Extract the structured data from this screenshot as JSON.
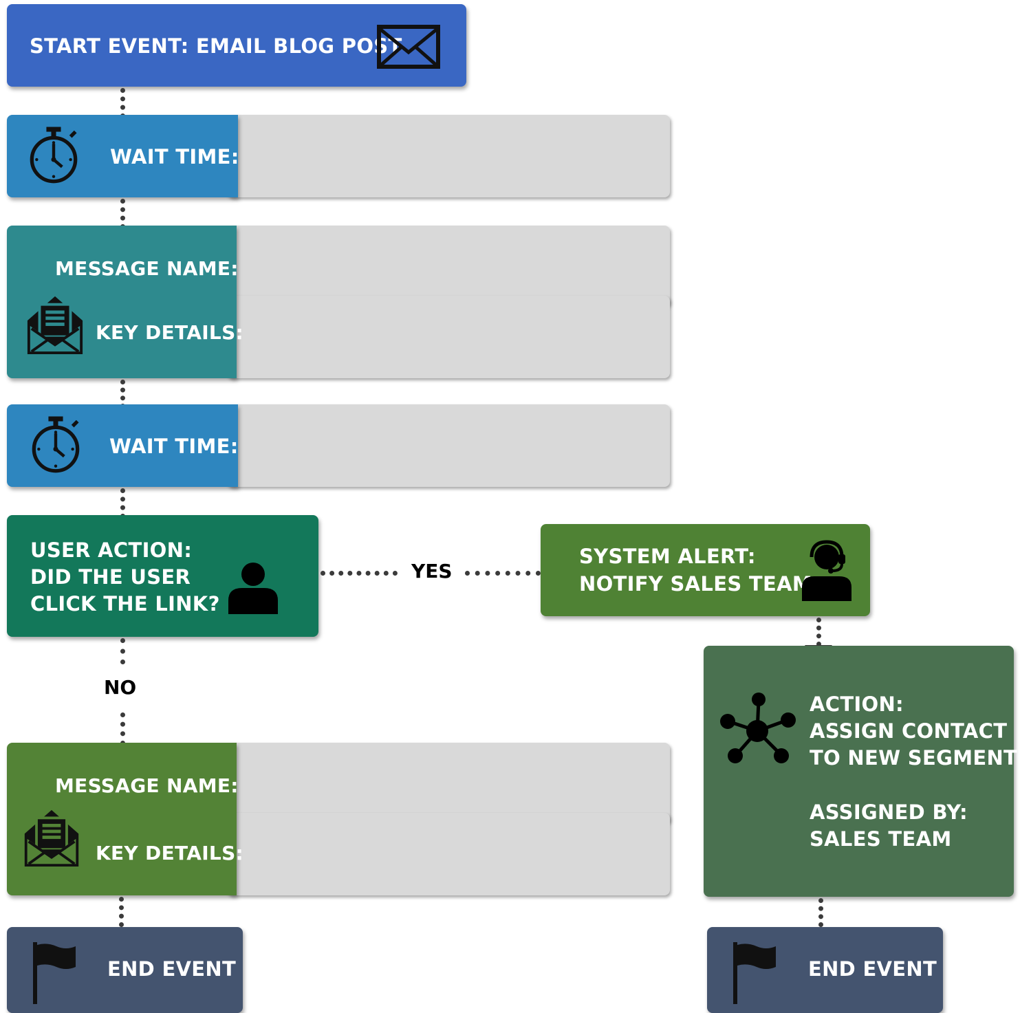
{
  "start_event": {
    "label": "START EVENT: EMAIL BLOG POST",
    "icon": "envelope-icon",
    "color": "#3a67c3"
  },
  "wait1": {
    "label": "WAIT TIME:",
    "icon": "stopwatch-icon",
    "color": "#2e86bf"
  },
  "message1": {
    "name_label": "MESSAGE NAME:",
    "details_label": "KEY DETAILS:",
    "icon": "open-envelope-letter-icon",
    "color": "#2e8a8e"
  },
  "wait2": {
    "label": "WAIT TIME:",
    "icon": "stopwatch-icon",
    "color": "#2e86bf"
  },
  "user_action": {
    "lines": [
      "USER ACTION:",
      "DID THE USER",
      "CLICK THE LINK?"
    ],
    "icon": "user-icon",
    "color": "#13785a"
  },
  "branches": {
    "yes": "YES",
    "no": "NO"
  },
  "system_alert": {
    "lines": [
      "SYSTEM ALERT:",
      "NOTIFY SALES TEAM"
    ],
    "icon": "support-agent-icon",
    "color": "#4f8234"
  },
  "action": {
    "lines": [
      "ACTION:",
      "ASSIGN CONTACT",
      "TO NEW SEGMENT"
    ],
    "assigned_lines": [
      "ASSIGNED BY:",
      "SALES TEAM"
    ],
    "icon": "network-hub-icon",
    "color": "#4a7150"
  },
  "message2": {
    "name_label": "MESSAGE NAME:",
    "details_label": "KEY DETAILS:",
    "icon": "open-envelope-letter-icon",
    "color": "#538336"
  },
  "end_left": {
    "label": "END EVENT",
    "icon": "flag-icon",
    "color": "#44546f"
  },
  "end_right": {
    "label": "END EVENT",
    "icon": "flag-icon",
    "color": "#44546f"
  },
  "panel_color": "#d9d9d9",
  "connector_color": "#3b3b3b"
}
